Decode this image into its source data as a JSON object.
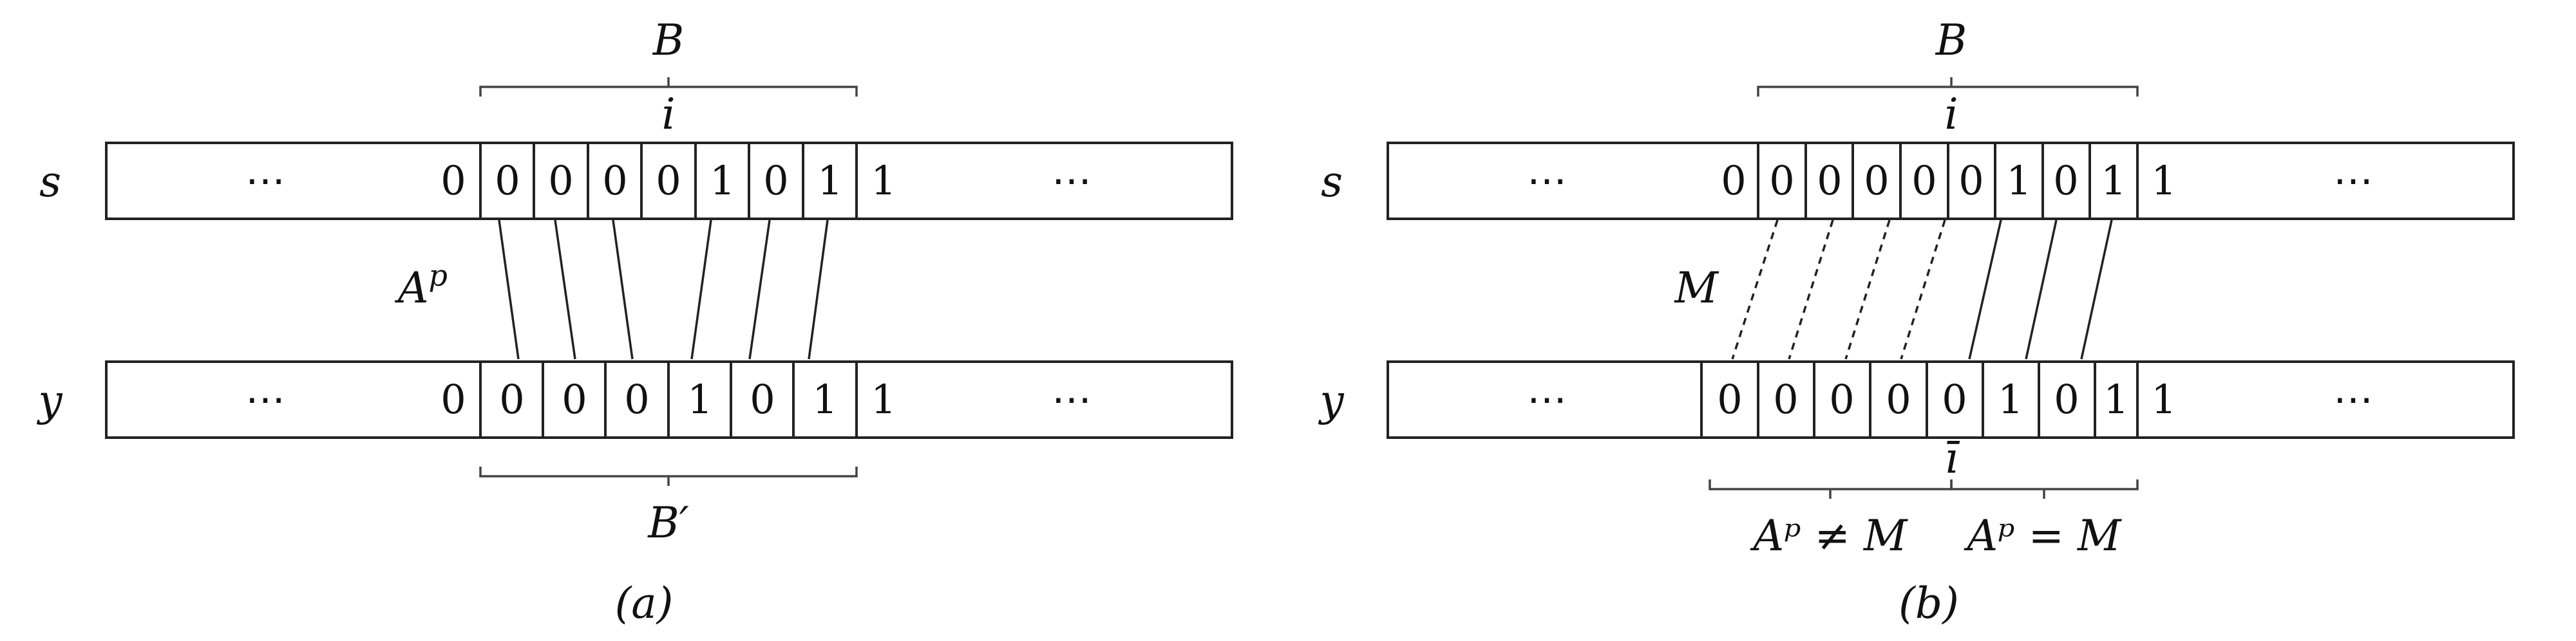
{
  "panel_a": {
    "caption": "(a)",
    "top_brace_label": "B",
    "top_index_label": "i",
    "bottom_brace_label": "B′",
    "alignment_label": "A",
    "alignment_sup": "p",
    "row_s": {
      "label": "s",
      "left_dots": "⋯",
      "left_value": "0",
      "bits": [
        "0",
        "0",
        "0",
        "0",
        "1",
        "0",
        "1"
      ],
      "right_value": "1",
      "right_dots": "⋯"
    },
    "row_y": {
      "label": "y",
      "left_dots": "⋯",
      "left_value": "0",
      "bits": [
        "0",
        "0",
        "0",
        "1",
        "0",
        "1"
      ],
      "right_value": "1",
      "right_dots": "⋯"
    }
  },
  "panel_b": {
    "caption": "(b)",
    "top_brace_label": "B",
    "top_index_label": "i",
    "bottom_index_label": "ī",
    "dashed_label": "M",
    "left_brace_label": "Aᵖ ≠ M",
    "right_brace_label": "Aᵖ = M",
    "row_s": {
      "label": "s",
      "left_dots": "⋯",
      "left_value": "0",
      "bits": [
        "0",
        "0",
        "0",
        "0",
        "0",
        "1",
        "0",
        "1"
      ],
      "right_value": "1",
      "right_dots": "⋯"
    },
    "row_y": {
      "label": "y",
      "left_dots": "⋯",
      "left_value": "0",
      "bits": [
        "0",
        "0",
        "0",
        "0",
        "1",
        "0",
        "1"
      ],
      "right_value": "1",
      "right_dots": "⋯"
    }
  }
}
